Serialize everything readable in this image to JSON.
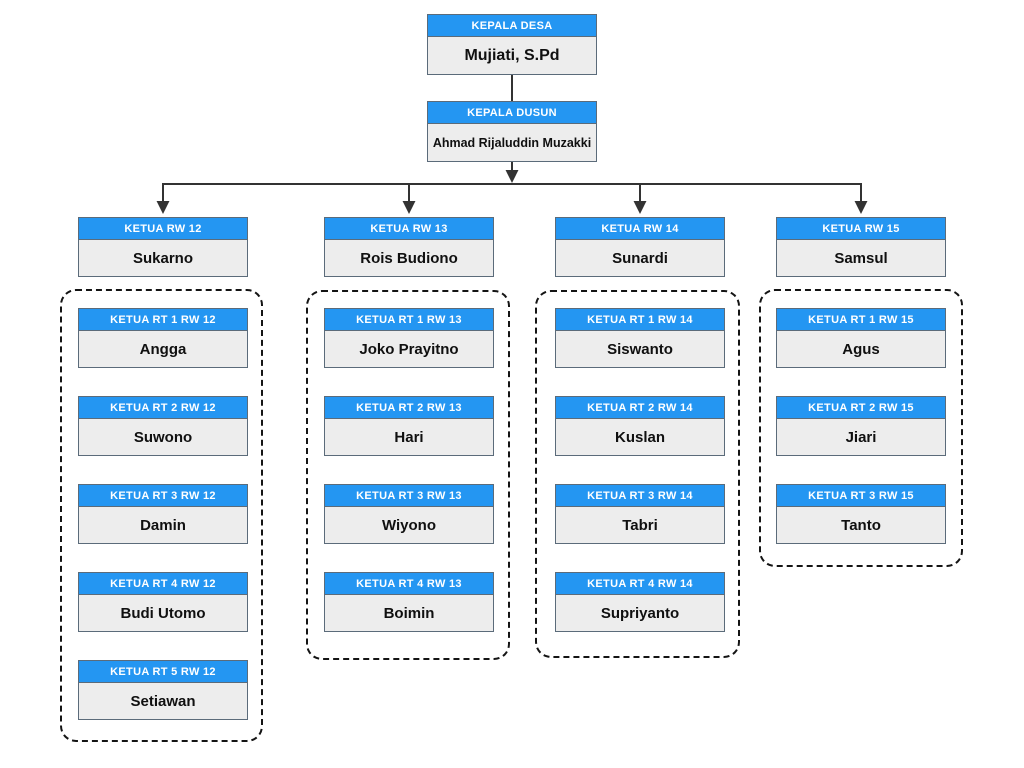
{
  "org": {
    "kepala_desa": {
      "title": "KEPALA DESA",
      "name": "Mujiati, S.Pd"
    },
    "kepala_dusun": {
      "title": "KEPALA DUSUN",
      "name": "Ahmad Rijaluddin Muzakki"
    },
    "columns": [
      {
        "rw": {
          "title": "KETUA RW 12",
          "name": "Sukarno"
        },
        "rts": [
          {
            "title": "KETUA RT 1 RW 12",
            "name": "Angga"
          },
          {
            "title": "KETUA RT 2 RW 12",
            "name": "Suwono"
          },
          {
            "title": "KETUA RT 3 RW 12",
            "name": "Damin"
          },
          {
            "title": "KETUA RT 4 RW 12",
            "name": "Budi Utomo"
          },
          {
            "title": "KETUA RT 5 RW 12",
            "name": "Setiawan"
          }
        ]
      },
      {
        "rw": {
          "title": "KETUA RW 13",
          "name": "Rois Budiono"
        },
        "rts": [
          {
            "title": "KETUA RT 1 RW 13",
            "name": "Joko Prayitno"
          },
          {
            "title": "KETUA RT 2 RW 13",
            "name": "Hari"
          },
          {
            "title": "KETUA RT 3 RW 13",
            "name": "Wiyono"
          },
          {
            "title": "KETUA RT 4 RW 13",
            "name": "Boimin"
          }
        ]
      },
      {
        "rw": {
          "title": "KETUA RW 14",
          "name": "Sunardi"
        },
        "rts": [
          {
            "title": "KETUA RT 1 RW 14",
            "name": "Siswanto"
          },
          {
            "title": "KETUA RT 2 RW 14",
            "name": "Kuslan"
          },
          {
            "title": "KETUA RT 3 RW 14",
            "name": "Tabri"
          },
          {
            "title": "KETUA RT 4 RW 14",
            "name": "Supriyanto"
          }
        ]
      },
      {
        "rw": {
          "title": "KETUA RW 15",
          "name": "Samsul"
        },
        "rts": [
          {
            "title": "KETUA RT 1 RW 15",
            "name": "Agus"
          },
          {
            "title": "KETUA RT 2 RW 15",
            "name": "Jiari"
          },
          {
            "title": "KETUA RT 3 RW 15",
            "name": "Tanto"
          }
        ]
      }
    ]
  },
  "colors": {
    "header_bg": "#2496F2",
    "header_text": "#FFFFFF",
    "body_bg": "#EDEDED",
    "box_border": "#5B6B7A",
    "connector": "#333333",
    "group_border": "#141414",
    "background": "#FFFFFF"
  }
}
